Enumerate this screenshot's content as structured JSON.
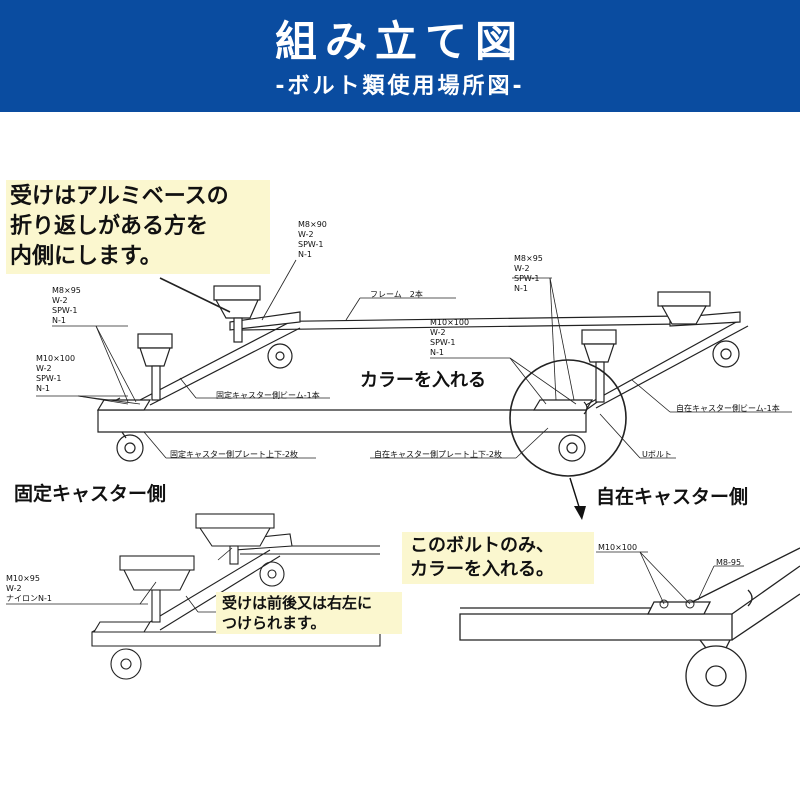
{
  "header": {
    "title": "組み立て図",
    "subtitle": "-ボルト類使用場所図-",
    "bg_color": "#0a4ca0"
  },
  "notes": {
    "note1": [
      "受けはアルミベースの",
      "折り返しがある方を",
      "内側にします。"
    ],
    "note2": [
      "受けは前後又は右左に",
      "つけられます。"
    ],
    "note3": [
      "このボルトのみ、",
      "カラーを入れる。"
    ],
    "note_color": "#fbf7cf"
  },
  "headings": {
    "collar": "カラーを入れる",
    "fixed": "固定キャスター側",
    "free": "自在キャスター側"
  },
  "labels": {
    "frame": "フレーム　2本",
    "fixed_beam": "固定キャスター側ビーム-1本",
    "free_beam": "自在キャスター側ビーム-1本",
    "fixed_plate": "固定キャスター側プレート上下-2枚",
    "free_plate": "自在キャスター側プレート上下-2枚",
    "ubolt": "Uボルト"
  },
  "specs": {
    "s1": [
      "M8×90",
      "W-2",
      "SPW-1",
      "N-1"
    ],
    "s2": [
      "M8×95",
      "W-2",
      "SPW-1",
      "N-1"
    ],
    "s3": [
      "M10×100",
      "W-2",
      "SPW-1",
      "N-1"
    ],
    "s4": [
      "M8×95",
      "W-2",
      "SPW-1",
      "N-1"
    ],
    "s5": [
      "M10×100",
      "W-2",
      "SPW-1",
      "N-1"
    ],
    "s6": [
      "M10×95",
      "W-2",
      "ナイロンN-1"
    ],
    "s7": "M10×100",
    "s8": "M8-95"
  }
}
